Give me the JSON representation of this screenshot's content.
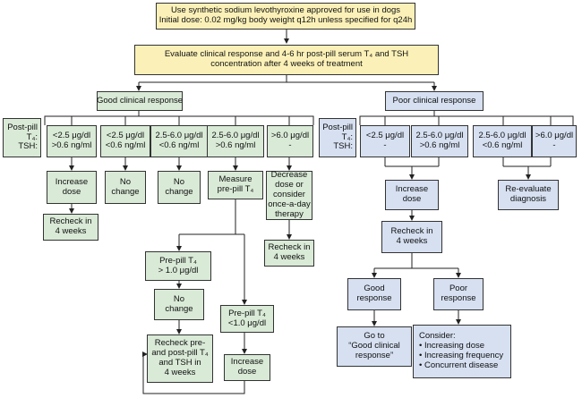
{
  "colors": {
    "yellow": "#fbf1b8",
    "green": "#d9ead7",
    "blue": "#d6e0f1",
    "line": "#222222"
  },
  "top_box": [
    "Use synthetic sodium levothyroxine approved for use in dogs",
    "Initial dose: 0.02 mg/kg body weight q12h unless specified for q24h"
  ],
  "evaluate_box": [
    "Evaluate clinical response and 4-6 hr post-pill serum T₄ and TSH",
    "concentration after 4 weeks of treatment"
  ],
  "good": {
    "header": "Good clinical response",
    "label": [
      "Post-pill",
      "T₄:",
      "TSH:"
    ],
    "cols": [
      [
        "<2.5 μg/dl",
        ">0.6 ng/ml"
      ],
      [
        "<2.5 μg/dl",
        "<0.6 ng/ml"
      ],
      [
        "2.5-6.0 μg/dl",
        "<0.6 ng/ml"
      ],
      [
        "2.5-6.0 μg/dl",
        ">0.6 ng/ml"
      ],
      [
        ">6.0 μg/dl",
        "-"
      ]
    ],
    "increase_dose": [
      "Increase",
      "dose"
    ],
    "recheck1": [
      "Recheck in",
      "4 weeks"
    ],
    "no_change1": [
      "No",
      "change"
    ],
    "no_change2": [
      "No",
      "change"
    ],
    "measure_pre": [
      "Measure",
      "pre-pill T₄"
    ],
    "decrease": [
      "Decrease",
      "dose or",
      "consider",
      "once-a-day",
      "therapy"
    ],
    "recheck2": [
      "Recheck in",
      "4 weeks"
    ],
    "prepill_high": [
      "Pre-pill T₄",
      "> 1.0 μg/dl"
    ],
    "no_change3": [
      "No",
      "change"
    ],
    "recheck_prepost": [
      "Recheck pre-",
      "and post-pill T₄",
      "and TSH in",
      "4 weeks"
    ],
    "prepill_low": [
      "Pre-pill T₄",
      "<1.0 μg/dl"
    ],
    "increase_dose2": [
      "Increase",
      "dose"
    ]
  },
  "poor": {
    "header": "Poor clinical response",
    "label": [
      "Post-pill",
      "T₄:",
      "TSH:"
    ],
    "cols": [
      [
        "<2.5 μg/dl",
        "-"
      ],
      [
        "2.5-6.0 μg/dl",
        ">0.6 ng/ml"
      ],
      [
        "2.5-6.0 μg/dl",
        "<0.6 ng/ml"
      ],
      [
        ">6.0 μg/dl",
        "-"
      ]
    ],
    "increase_dose": [
      "Increase",
      "dose"
    ],
    "reevaluate": [
      "Re-evaluate",
      "diagnosis"
    ],
    "recheck": [
      "Recheck in",
      "4 weeks"
    ],
    "good_response": [
      "Good",
      "response"
    ],
    "poor_response": [
      "Poor",
      "response"
    ],
    "goto": [
      "Go to",
      "“Good clinical",
      "response”"
    ],
    "consider_title": "Consider:",
    "consider_items": [
      "• Increasing dose",
      "• Increasing frequency",
      "• Concurrent disease"
    ]
  }
}
